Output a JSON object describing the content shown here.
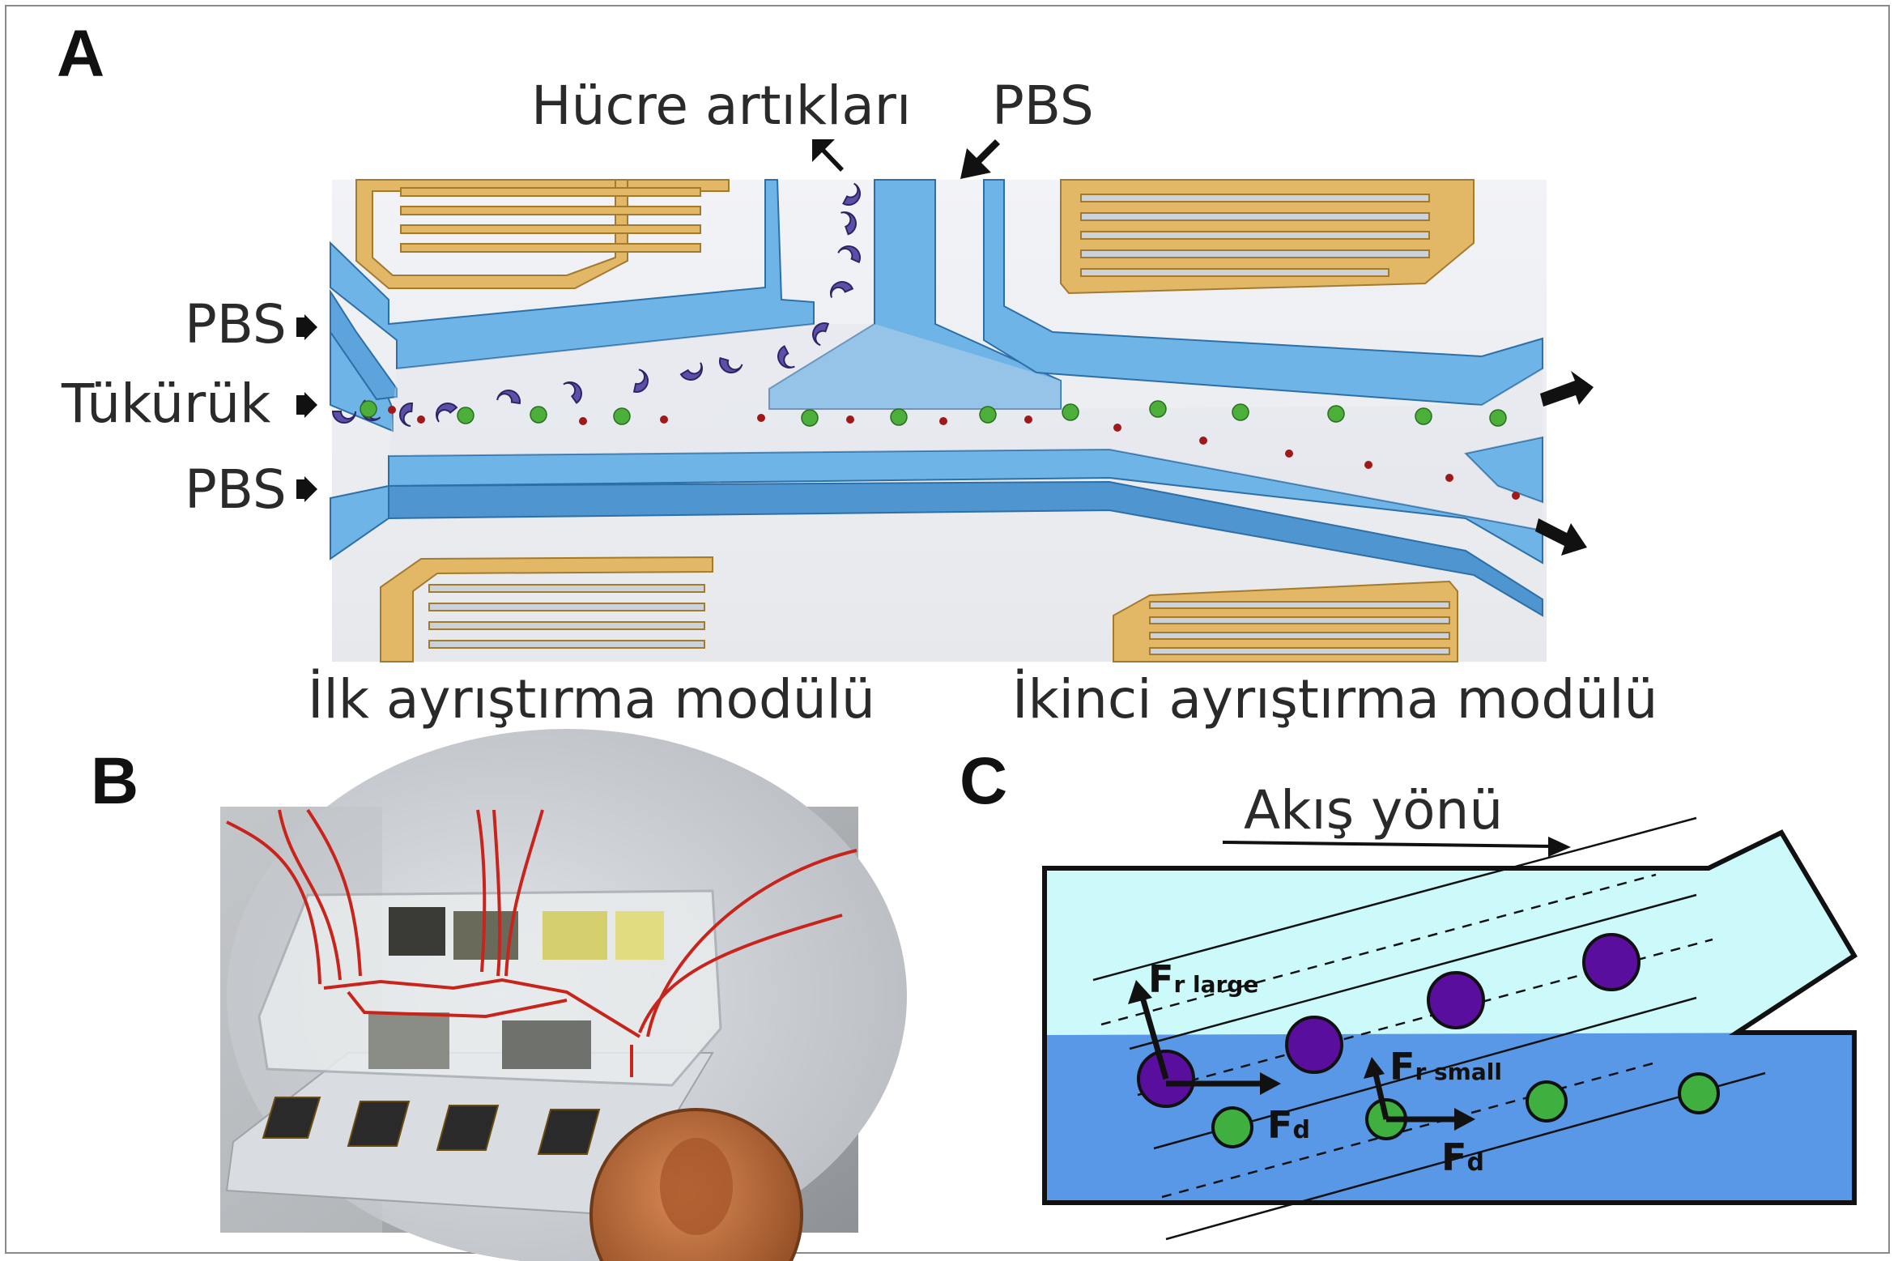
{
  "panels": {
    "a": {
      "letter": "A",
      "labels": {
        "cell_debris": "Hücre artıkları",
        "pbs_top": "PBS",
        "pbs_left_top": "PBS",
        "saliva": "Tükürük",
        "pbs_left_bottom": "PBS",
        "first_module": "İlk ayrıştırma modülü",
        "second_module": "İkinci ayrıştırma modülü"
      }
    },
    "b": {
      "letter": "B"
    },
    "c": {
      "letter": "C",
      "labels": {
        "flow_direction": "Akış yönü",
        "fr_large_main": "F",
        "fr_large_sub": "r large",
        "fr_small_main": "F",
        "fr_small_sub": "r small",
        "fd1_main": "F",
        "fd1_sub": "d",
        "fd2_main": "F",
        "fd2_sub": "d"
      }
    }
  },
  "colors": {
    "channel_blue": "#6fb4e6",
    "channel_dark": "#3d86c4",
    "electrode_gold": "#e2b867",
    "debris_purple": "#5b4fa8",
    "exosome_green": "#4caf3a",
    "small_red": "#a01818",
    "panel_c_light": "#ccfafa",
    "panel_c_dark": "#5898e6",
    "particle_large": "#5a0e9e",
    "particle_small": "#3fb040"
  }
}
